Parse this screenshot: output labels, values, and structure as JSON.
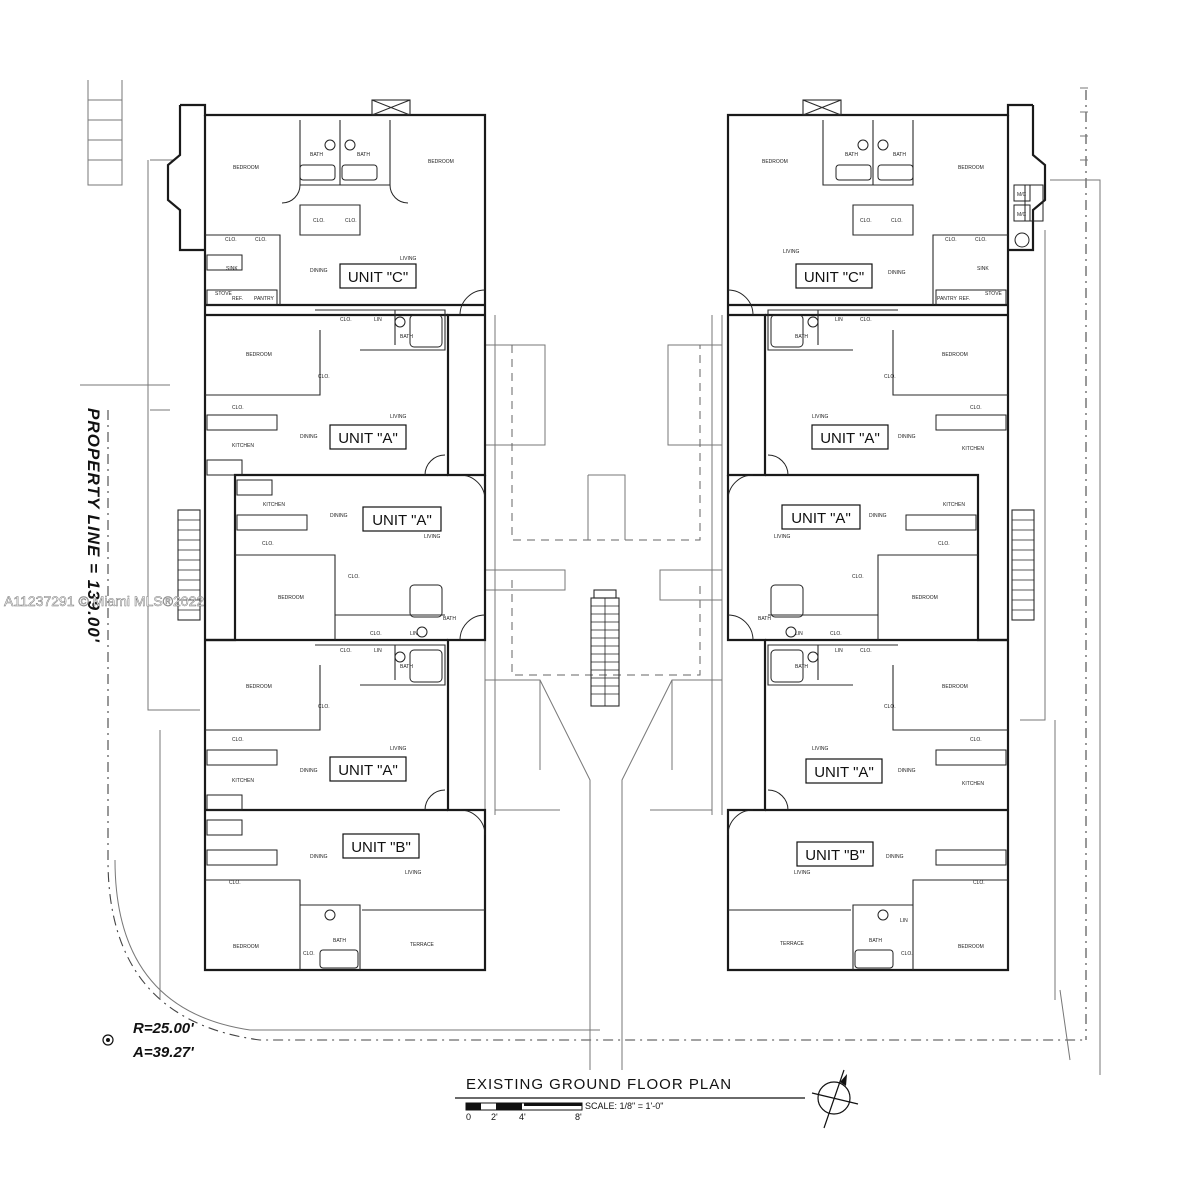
{
  "title": "EXISTING GROUND FLOOR PLAN",
  "scale_text": "SCALE: 1/8\" = 1'-0\"",
  "scale_ticks": [
    "0",
    "2'",
    "4'",
    "8'"
  ],
  "property_line": "PROPERTY LINE = 139.00'",
  "radius": "R=25.00'",
  "arc": "A=39.27'",
  "watermark": "A11237291 © Miami MLS®2022",
  "units": {
    "left": [
      "UNIT \"C\"",
      "UNIT \"A\"",
      "UNIT \"A\"",
      "UNIT \"A\"",
      "UNIT \"B\""
    ],
    "right": [
      "UNIT \"C\"",
      "UNIT \"A\"",
      "UNIT \"A\"",
      "UNIT \"A\"",
      "UNIT \"B\""
    ]
  },
  "rooms": {
    "bedroom": "BEDROOM",
    "bath": "BATH",
    "clo": "CLO.",
    "lin": "LIN",
    "living": "LIVING",
    "dining": "DINING",
    "kitchen": "KITCHEN",
    "terrace": "TERRACE",
    "pantry": "PANTRY",
    "ref": "REF.",
    "stove": "STOVE",
    "sink": "SINK"
  },
  "meters": [
    "M/C",
    "M/C"
  ],
  "colors": {
    "line": "#1a1a1a",
    "site_line": "#777777",
    "background": "#ffffff"
  }
}
